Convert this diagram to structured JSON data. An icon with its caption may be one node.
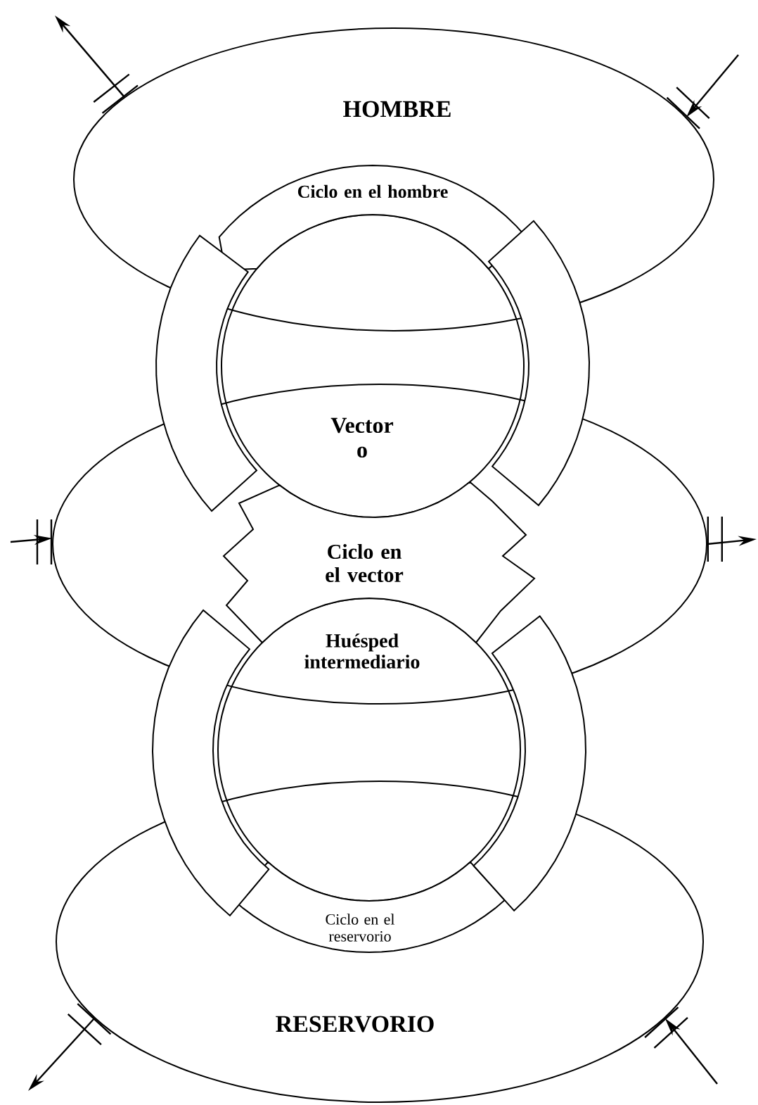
{
  "diagram": {
    "nodes": [
      {
        "text": [
          "HOMBRE"
        ]
      },
      {
        "text": [
          "Vector o",
          "Huésped intermediario"
        ]
      },
      {
        "text": [
          "RESERVORIO"
        ]
      },
      {
        "text": [
          "Ciclo en el hombre"
        ],
        "in": 0
      },
      {
        "text": [
          "Ciclo en el vector"
        ],
        "in": 1
      },
      {
        "text": [
          "Ciclo en el reservorio"
        ],
        "in": 2
      }
    ],
    "edges": [
      {
        "from": 3,
        "to": 4,
        "arrow": "none",
        "style": "thick"
      },
      {
        "from": 4,
        "to": 3,
        "arrow": "none",
        "style": "thick"
      },
      {
        "from": 4,
        "to": 5,
        "arrow": "none",
        "style": "thick"
      },
      {
        "from": 5,
        "to": 4,
        "arrow": "none",
        "style": "thick"
      },
      {
        "from": 0,
        "to": null,
        "arrow": "to"
      },
      {
        "from": null,
        "to": 0,
        "arrow": "to"
      },
      {
        "from": null,
        "to": 1,
        "arrow": "to"
      },
      {
        "from": 1,
        "to": null,
        "arrow": "to"
      },
      {
        "from": 2,
        "to": null,
        "arrow": "to"
      },
      {
        "from": null,
        "to": 2,
        "arrow": "to"
      }
    ]
  }
}
